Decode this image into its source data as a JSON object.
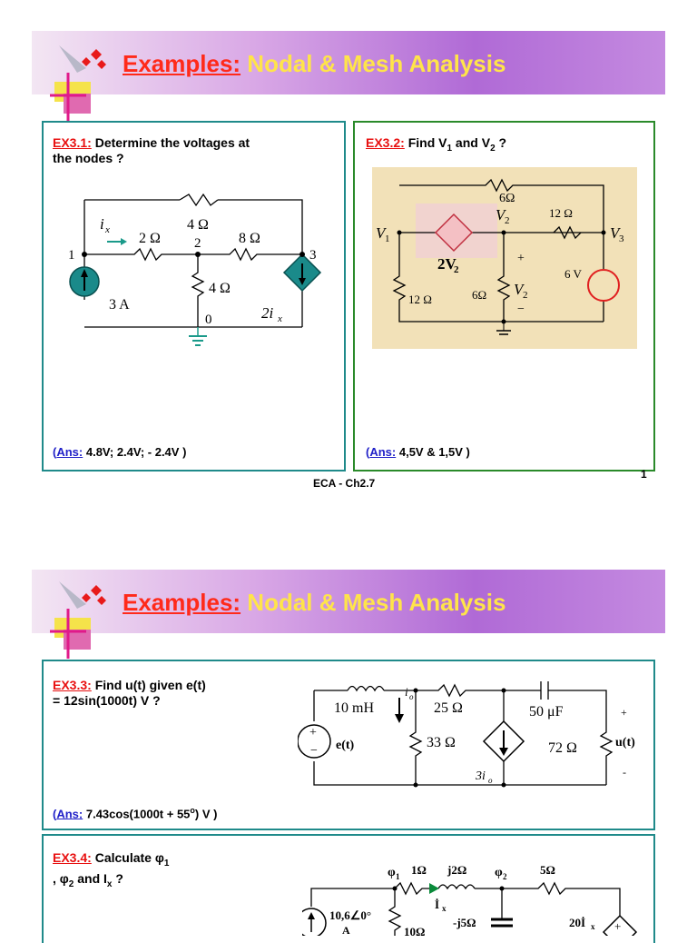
{
  "slides": [
    {
      "title_kw": "Examples:",
      "title_rest": " Nodal & Mesh Analysis",
      "ex1": {
        "label": "EX3.1:",
        "text1": " Determine the voltages at",
        "text2": "the nodes  ?",
        "ans_paren": "(",
        "ans_label": "Ans:",
        "ans_value": " 4.8V; 2.4V; - 2.4V )",
        "circuit": {
          "ix": "i",
          "ix_sub": "x",
          "r_top": "4 Ω",
          "r1": "2 Ω",
          "r2": "8 Ω",
          "r3": "4 Ω",
          "source": "3 A",
          "dep": "2i",
          "dep_sub": "x",
          "n1": "1",
          "n2": "2",
          "n3": "3",
          "n0": "0"
        }
      },
      "ex2": {
        "label": "EX3.2:",
        "text": " Find V",
        "sub1": "1",
        "and": " and V",
        "sub2": "2",
        "q": " ?",
        "ans_paren": "(",
        "ans_label": "Ans:",
        "ans_value": " 4,5V & 1,5V )",
        "circuit": {
          "r_top": "6Ω",
          "r12a": "12 Ω",
          "r12b": "12 Ω",
          "r6": "6Ω",
          "v1": "V",
          "v1s": "1",
          "v2": "V",
          "v2s": "2",
          "v3": "V",
          "v3s": "3",
          "dep": "2V",
          "dep_s": "2",
          "vsrc": "6 V",
          "plus": "+",
          "minus": "−",
          "v2b": "V",
          "v2bs": "2"
        }
      },
      "footer": "ECA - Ch2.7",
      "page": "1"
    },
    {
      "title_kw": "Examples:",
      "title_rest": " Nodal & Mesh Analysis",
      "ex3": {
        "label": "EX3.3:",
        "text1": "  Find u(t) given e(t)",
        "text2": "= 12sin(1000t) V ?",
        "ans_paren": "(",
        "ans_label": "Ans:",
        "ans_value": " 7.43cos(1000t + 55",
        "ans_sup": "o",
        "ans_end": ") V )",
        "circuit": {
          "l": "10 mH",
          "io": "i",
          "io_s": "o",
          "r25": "25 Ω",
          "r33": "33 Ω",
          "c": "50 μF",
          "r72": "72 Ω",
          "e": "e(t)",
          "dep": "3i",
          "dep_s": "o",
          "u": "u(t)",
          "plus": "+",
          "minus": "-"
        }
      },
      "ex4": {
        "label": "EX3.4:",
        "text1": "  Calculate φ",
        "s1": "1",
        "text2": ", φ",
        "s2": "2",
        "text3": " and I",
        "s3": "x",
        "text4": " ?",
        "circuit": {
          "phi1": "φ",
          "phi1s": "1",
          "r1": "1Ω",
          "j2": "j2Ω",
          "phi2": "φ",
          "phi2s": "2",
          "r5": "5Ω",
          "ix": "İ",
          "ixs": "x",
          "src": "10,6∠0°",
          "srcu": "A",
          "r10": "10Ω",
          "cj5": "-j5Ω",
          "dep": "20İ",
          "deps": "x"
        }
      }
    }
  ]
}
